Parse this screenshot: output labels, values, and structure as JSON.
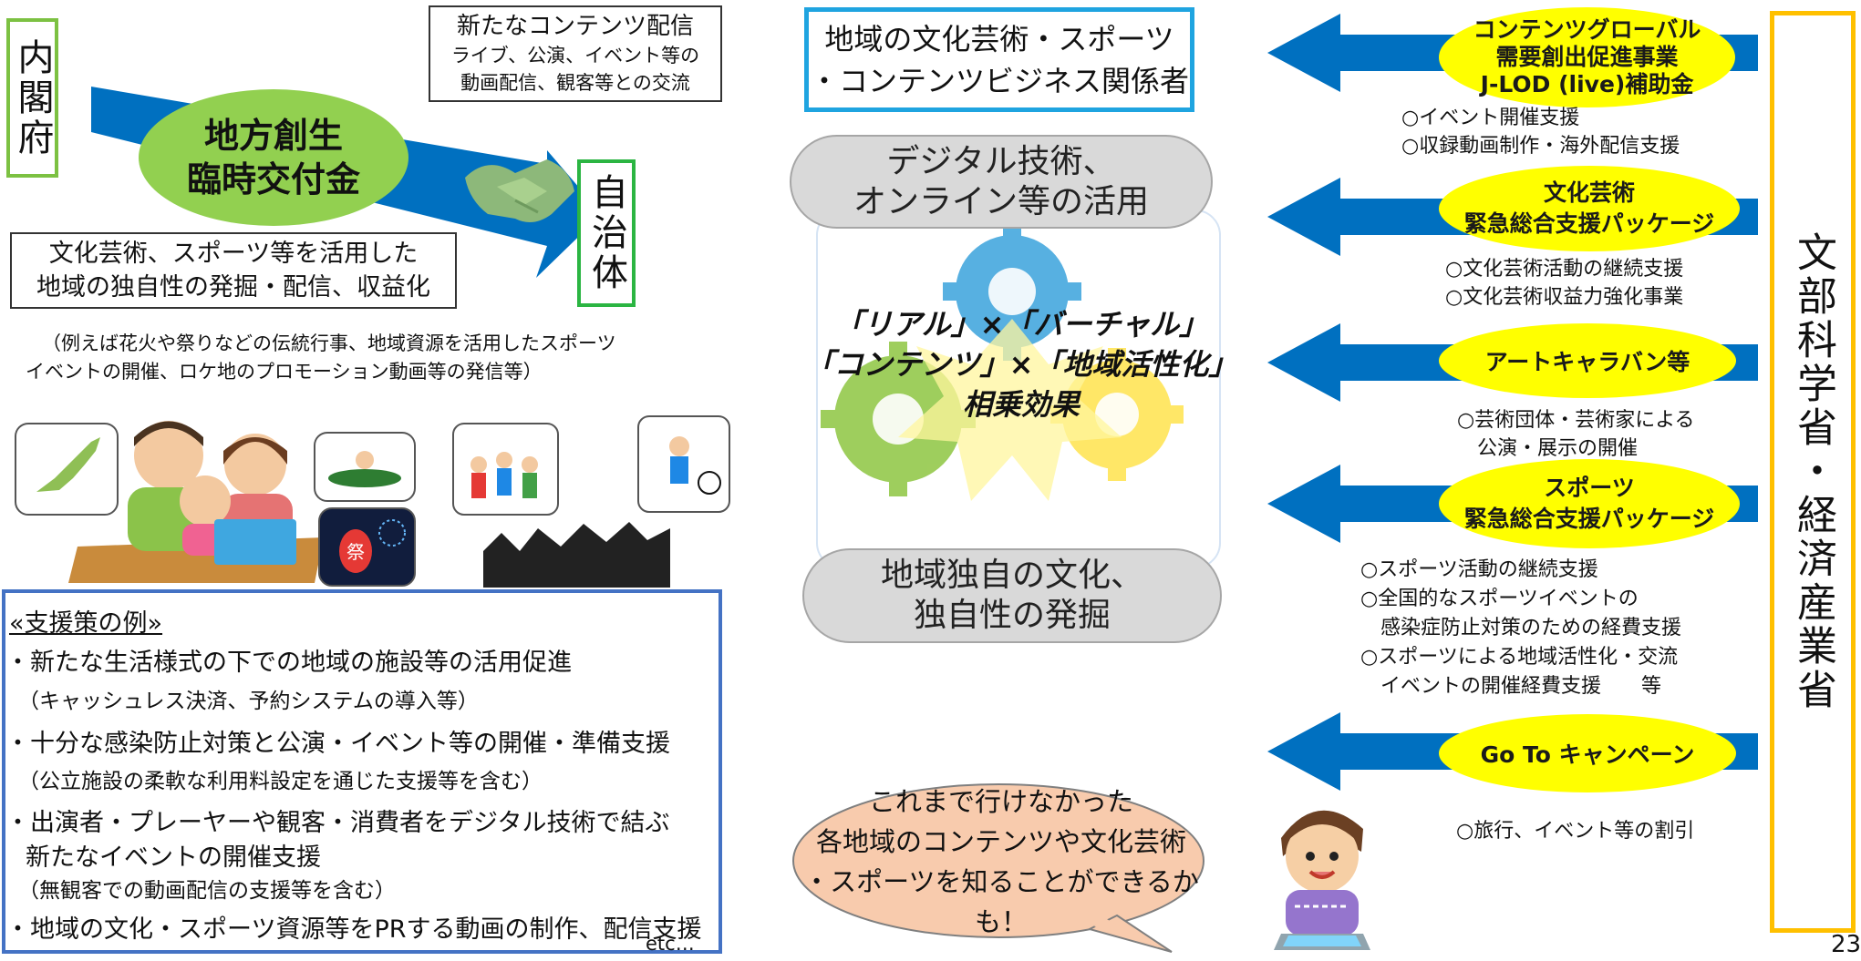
{
  "left": {
    "cabinet_office": "内閣府",
    "grant": [
      "地方創生",
      "臨時交付金"
    ],
    "content_distribution": {
      "title": "新たなコンテンツ配信",
      "line1": "ライブ、公演、イベント等の",
      "line2": "動画配信、観客等との交流"
    },
    "municipality": "自治体",
    "culture_box": [
      "文化芸術、スポーツ等を活用した",
      "地域の独自性の発掘・配信、収益化"
    ],
    "example_note": [
      "（例えば花火や祭りなどの伝統行事、地域資源を活用したスポーツ",
      "イベントの開催、ロケ地のプロモーション動画等の発信等）"
    ],
    "festival_label": "祭"
  },
  "support": {
    "heading": "«支援策の例»",
    "items": [
      "・新たな生活様式の下での地域の施設等の活用促進",
      "（キャッシュレス決済、予約システムの導入等）",
      "・十分な感染防止対策と公演・イベント等の開催・準備支援",
      "（公立施設の柔軟な利用料設定を通じた支援等を含む）",
      "・出演者・プレーヤーや観客・消費者をデジタル技術で結ぶ",
      "新たなイベントの開催支援",
      "（無観客での動画配信の支援等を含む）",
      "・地域の文化・スポーツ資源等をPRする動画の制作、配信支援"
    ],
    "etc": "etc…"
  },
  "center": {
    "stakeholders": [
      "地域の文化芸術・スポーツ",
      "・コンテンツビジネス関係者"
    ],
    "digital": [
      "デジタル技術、",
      "オンライン等の活用"
    ],
    "synergy": [
      "「リアル」×「バーチャル」",
      "「コンテンツ」×「地域活性化」",
      "相乗効果"
    ],
    "local_culture": [
      "地域独自の文化、",
      "独自性の発掘"
    ],
    "speech": [
      "これまで行けなかった",
      "各地域のコンテンツや文化芸術",
      "・スポーツを知ることができるかも！"
    ]
  },
  "right": {
    "ministry": "文部科学省・経済産業省",
    "programs": [
      {
        "title": [
          "コンテンツグローバル",
          "需要創出促進事業",
          "J-LOD (live)補助金"
        ],
        "bullets": "○イベント開催支援\n○収録動画制作・海外配信支援"
      },
      {
        "title": [
          "文化芸術",
          "緊急総合支援パッケージ"
        ],
        "bullets": "○文化芸術活動の継続支援\n○文化芸術収益力強化事業"
      },
      {
        "title": [
          "アートキャラバン等"
        ],
        "bullets": "○芸術団体・芸術家による\n　公演・展示の開催"
      },
      {
        "title": [
          "スポーツ",
          "緊急総合支援パッケージ"
        ],
        "bullets": "○スポーツ活動の継続支援\n○全国的なスポーツイベントの\n　感染症防止対策のための経費支援\n○スポーツによる地域活性化・交流\n　イベントの開催経費支援　　等"
      },
      {
        "title": [
          "Go To キャンペーン"
        ],
        "bullets": "○旅行、イベント等の割引"
      }
    ],
    "page_number": "23"
  },
  "colors": {
    "green_border": "#7cc142",
    "green_ellipse": "#92d050",
    "blue_arrow": "#0070c0",
    "yellow": "#ffff00",
    "orange_border": "#ffc000",
    "cyan_border": "#1fa4e0",
    "blue_border": "#4472c4",
    "peach": "#f8cbad"
  }
}
